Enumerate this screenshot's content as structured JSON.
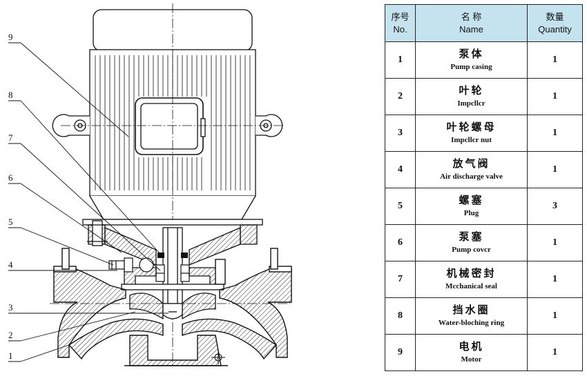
{
  "drawing": {
    "callouts": [
      "9",
      "8",
      "7",
      "6",
      "5",
      "4",
      "3",
      "2",
      "1"
    ]
  },
  "table": {
    "header": {
      "no_zh": "序号",
      "no_en": "No.",
      "name_zh": "名 称",
      "name_en": "Name",
      "qty_zh": "数量",
      "qty_en": "Quantity"
    },
    "rows": [
      {
        "no": "1",
        "name_zh": "泵体",
        "name_en": "Pump casing",
        "qty": "1"
      },
      {
        "no": "2",
        "name_zh": "叶轮",
        "name_en": "Impcllcr",
        "qty": "1"
      },
      {
        "no": "3",
        "name_zh": "叶轮螺母",
        "name_en": "Impcllcr nut",
        "qty": "1"
      },
      {
        "no": "4",
        "name_zh": "放气阀",
        "name_en": "Air discharge valve",
        "qty": "1"
      },
      {
        "no": "5",
        "name_zh": "螺塞",
        "name_en": "Plug",
        "qty": "3"
      },
      {
        "no": "6",
        "name_zh": "泵塞",
        "name_en": "Pump covcr",
        "qty": "1"
      },
      {
        "no": "7",
        "name_zh": "机械密封",
        "name_en": "Mcchanical seal",
        "qty": "1"
      },
      {
        "no": "8",
        "name_zh": "挡水圈",
        "name_en": "Water-bloching ring",
        "qty": "1"
      },
      {
        "no": "9",
        "name_zh": "电机",
        "name_en": "Motor",
        "qty": "1"
      }
    ]
  }
}
